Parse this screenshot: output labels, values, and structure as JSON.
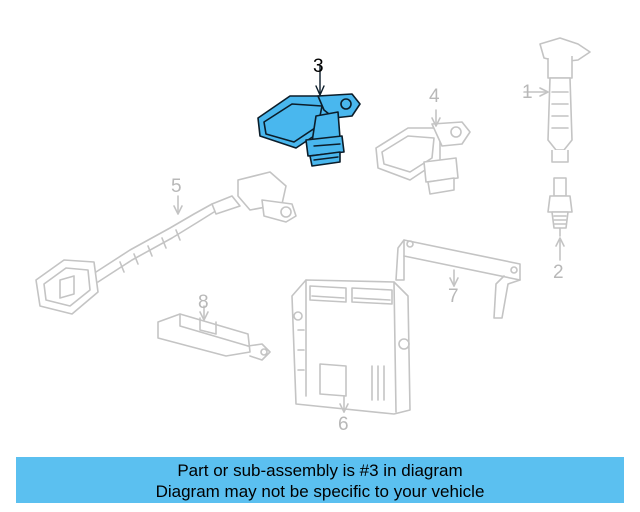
{
  "diagram": {
    "callouts": [
      {
        "id": "1",
        "label": "1"
      },
      {
        "id": "2",
        "label": "2"
      },
      {
        "id": "3",
        "label": "3"
      },
      {
        "id": "4",
        "label": "4"
      },
      {
        "id": "5",
        "label": "5"
      },
      {
        "id": "6",
        "label": "6"
      },
      {
        "id": "7",
        "label": "7"
      },
      {
        "id": "8",
        "label": "8"
      }
    ],
    "highlighted_part": "3",
    "colors": {
      "highlight": "#49b7ee",
      "inactive": "#c4c4c4",
      "banner": "#5bc0f0"
    }
  },
  "banner": {
    "line1": "Part or sub-assembly is #3 in diagram",
    "line2": "Diagram may not be specific to your vehicle"
  }
}
